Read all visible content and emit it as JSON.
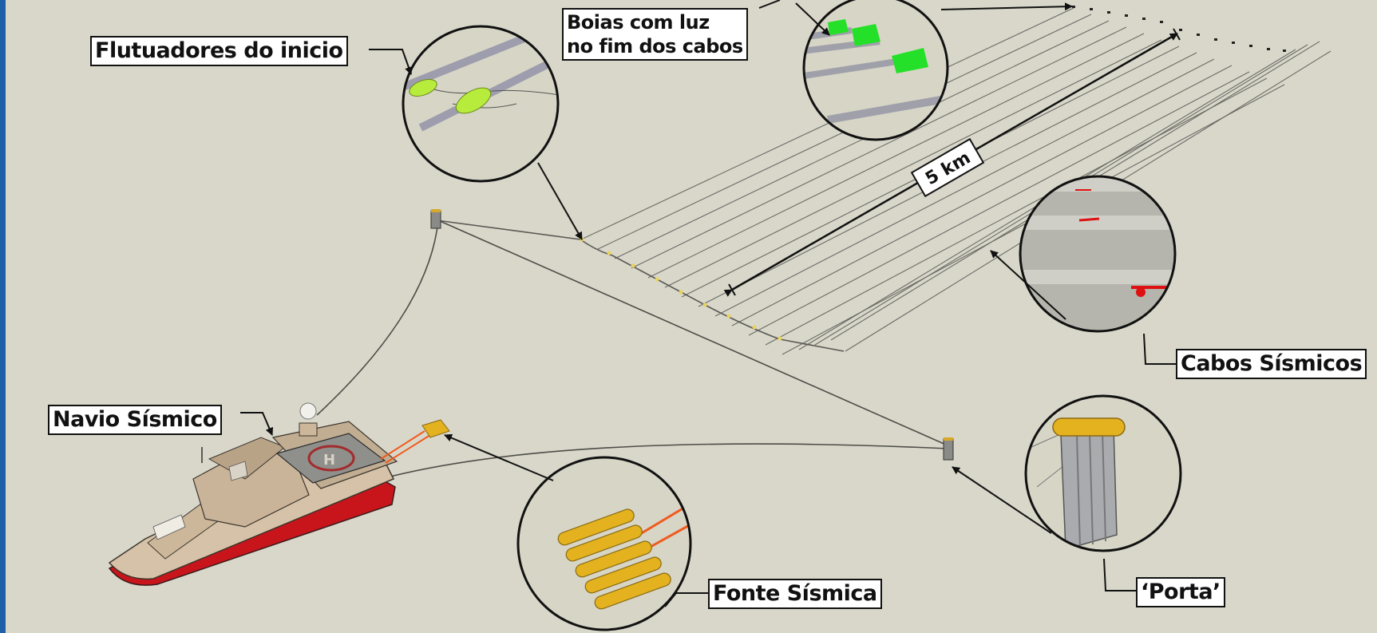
{
  "labels": {
    "flutuadores": "Flutuadores do inicio",
    "boias": "Boias com luz\nno fim dos cabos",
    "cabos": "Cabos Sísmicos",
    "navio": "Navio Sísmico",
    "fonte": "Fonte Sísmica",
    "porta": "‘Porta’"
  },
  "distance": "5 km",
  "ship_icon": "helipad-icon",
  "colors": {
    "background": "#d8d7ca",
    "frame": "#1f5fa8",
    "float_green": "#b8ec3c",
    "buoy_green": "#25e029",
    "hull_red": "#c8151b",
    "airgun_yellow": "#e3b21e",
    "air_line_orange": "#f05a1e",
    "door_grey": "#a9abae"
  }
}
